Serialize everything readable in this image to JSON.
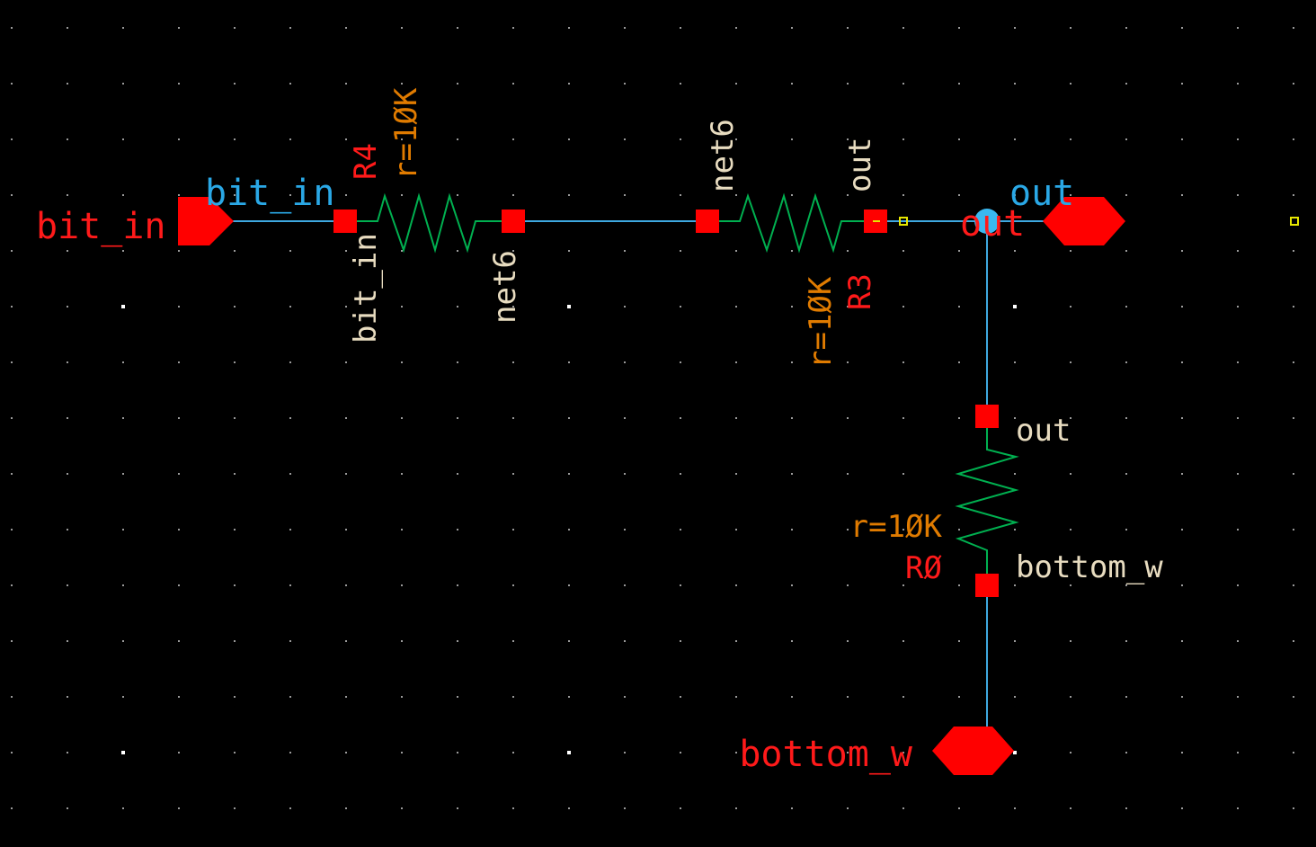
{
  "colors": {
    "background": "#000000",
    "grid": "#9a9a9a",
    "wire": "#3ea8e0",
    "resistor": "#00b050",
    "pin": "#ff0000",
    "instance_name": "#ff1a1a",
    "param": "#e07b00",
    "terminal_label": "#e8dcc0",
    "net_label": "#2aa8e6",
    "selection": "#e6e600"
  },
  "pins": {
    "bit_in": {
      "label": "bit_in",
      "wire_label": "bit_in"
    },
    "out": {
      "label": "out",
      "wire_label": "out"
    },
    "bottom_w": {
      "label": "bottom_w"
    }
  },
  "resistors": {
    "R4": {
      "name": "R4",
      "param": "r=1ØK",
      "term_a": "bit_in",
      "term_b": "net6"
    },
    "R3": {
      "name": "R3",
      "param": "r=1ØK",
      "term_a": "net6",
      "term_b": "out"
    },
    "R0": {
      "name": "RØ",
      "param": "r=1ØK",
      "term_a": "out",
      "term_b": "bottom_w"
    }
  }
}
